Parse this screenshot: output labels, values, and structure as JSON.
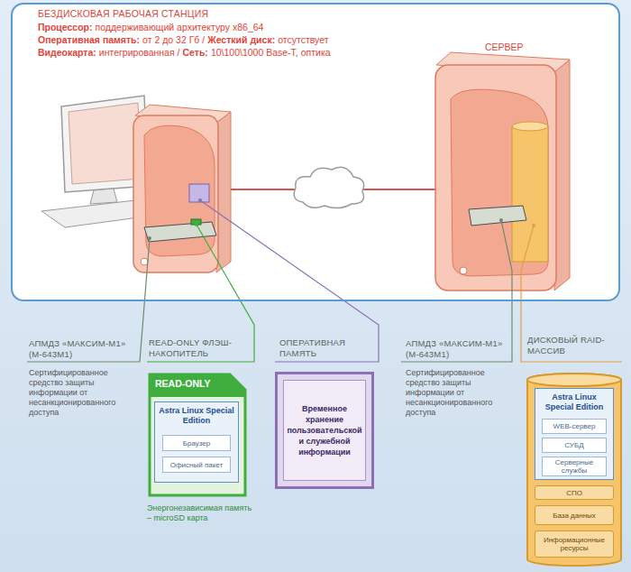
{
  "diagram": {
    "nodes": [
      {
        "text": [
          "БЕЗДИСКОВАЯ РАБОЧАЯ СТАНЦИЯ",
          "Процессор:",
          "поддерживающий архитектуру x86_64",
          "Оперативная память:",
          "от 2 до 32 Гб /",
          "Жесткий диск:",
          "отсутствует",
          "Видеокарта:",
          "интегрированная /",
          "Сеть:",
          "10\\100\\1000 Base-T, оптика",
          "СЕРВЕР"
        ]
      },
      {
        "text": [
          "READ-ONLY ФЛЭШ-НАКОПИТЕЛЬ",
          "READ-ONLY",
          "Энергонезависимая память – microSD карта"
        ]
      },
      {
        "text": [
          "Astra Linux Special Edition"
        ],
        "in": 1
      },
      {
        "text": [
          "Браузер"
        ],
        "in": 2
      },
      {
        "text": [
          "Офисный пакет"
        ],
        "in": 2
      },
      {
        "text": [
          "ОПЕРАТИВНАЯ ПАМЯТЬ",
          "Временное хранение пользовательской и служебной информации"
        ]
      },
      {
        "text": [
          "ДИСКОВЫЙ RAID-МАССИВ"
        ]
      },
      {
        "text": [
          "Astra Linux Special Edition"
        ],
        "in": 6
      },
      {
        "text": [
          "WEB-сервер"
        ],
        "in": 7
      },
      {
        "text": [
          "СУБД"
        ],
        "in": 7
      },
      {
        "text": [
          "Серверные службы"
        ],
        "in": 7
      },
      {
        "text": [
          "СПО"
        ],
        "in": 6
      },
      {
        "text": [
          "База данных"
        ],
        "in": 6
      },
      {
        "text": [
          "Информационные ресурсы"
        ],
        "in": 6
      }
    ],
    "labels": [
      "АПМДЗ «МАКСИМ-М1» (М-643М1)",
      "Сертифицированное средство защиты информации от несанкционированного доступа",
      "АПМДЗ «МАКСИМ-М1» (М-643М1)",
      "Сертифицированное средство защиты информации от несанкционированного доступа"
    ]
  }
}
